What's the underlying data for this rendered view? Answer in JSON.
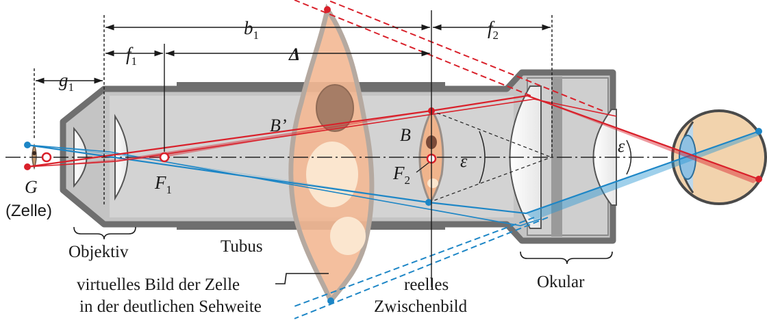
{
  "labels": {
    "g1_main": "g",
    "g1_sub": "1",
    "f1_main": "f",
    "f1_sub": "1",
    "b1_main": "b",
    "b1_sub": "1",
    "delta": "Δ",
    "f2_main": "f",
    "f2_sub": "2",
    "B_prime": "B’",
    "B": "B",
    "F1_main": "F",
    "F1_sub": "1",
    "F2_main": "F",
    "F2_sub": "2",
    "epsilon_1": "ε",
    "epsilon_2": "ε",
    "G": "G",
    "zelle": "(Zelle)",
    "objektiv": "Objektiv",
    "tubus": "Tubus",
    "okular": "Okular",
    "virtual_line1": "virtuelles Bild der Zelle",
    "virtual_line2": "in der deutlichen Sehweite",
    "real_line1": "reelles",
    "real_line2": "Zwischenbild"
  },
  "colors": {
    "red_ray": "#d9202a",
    "blue_ray": "#2a96d2",
    "tube_body": "#bdbdbd",
    "tube_outline": "#7a7a7a",
    "cell": "#f0b48c"
  }
}
